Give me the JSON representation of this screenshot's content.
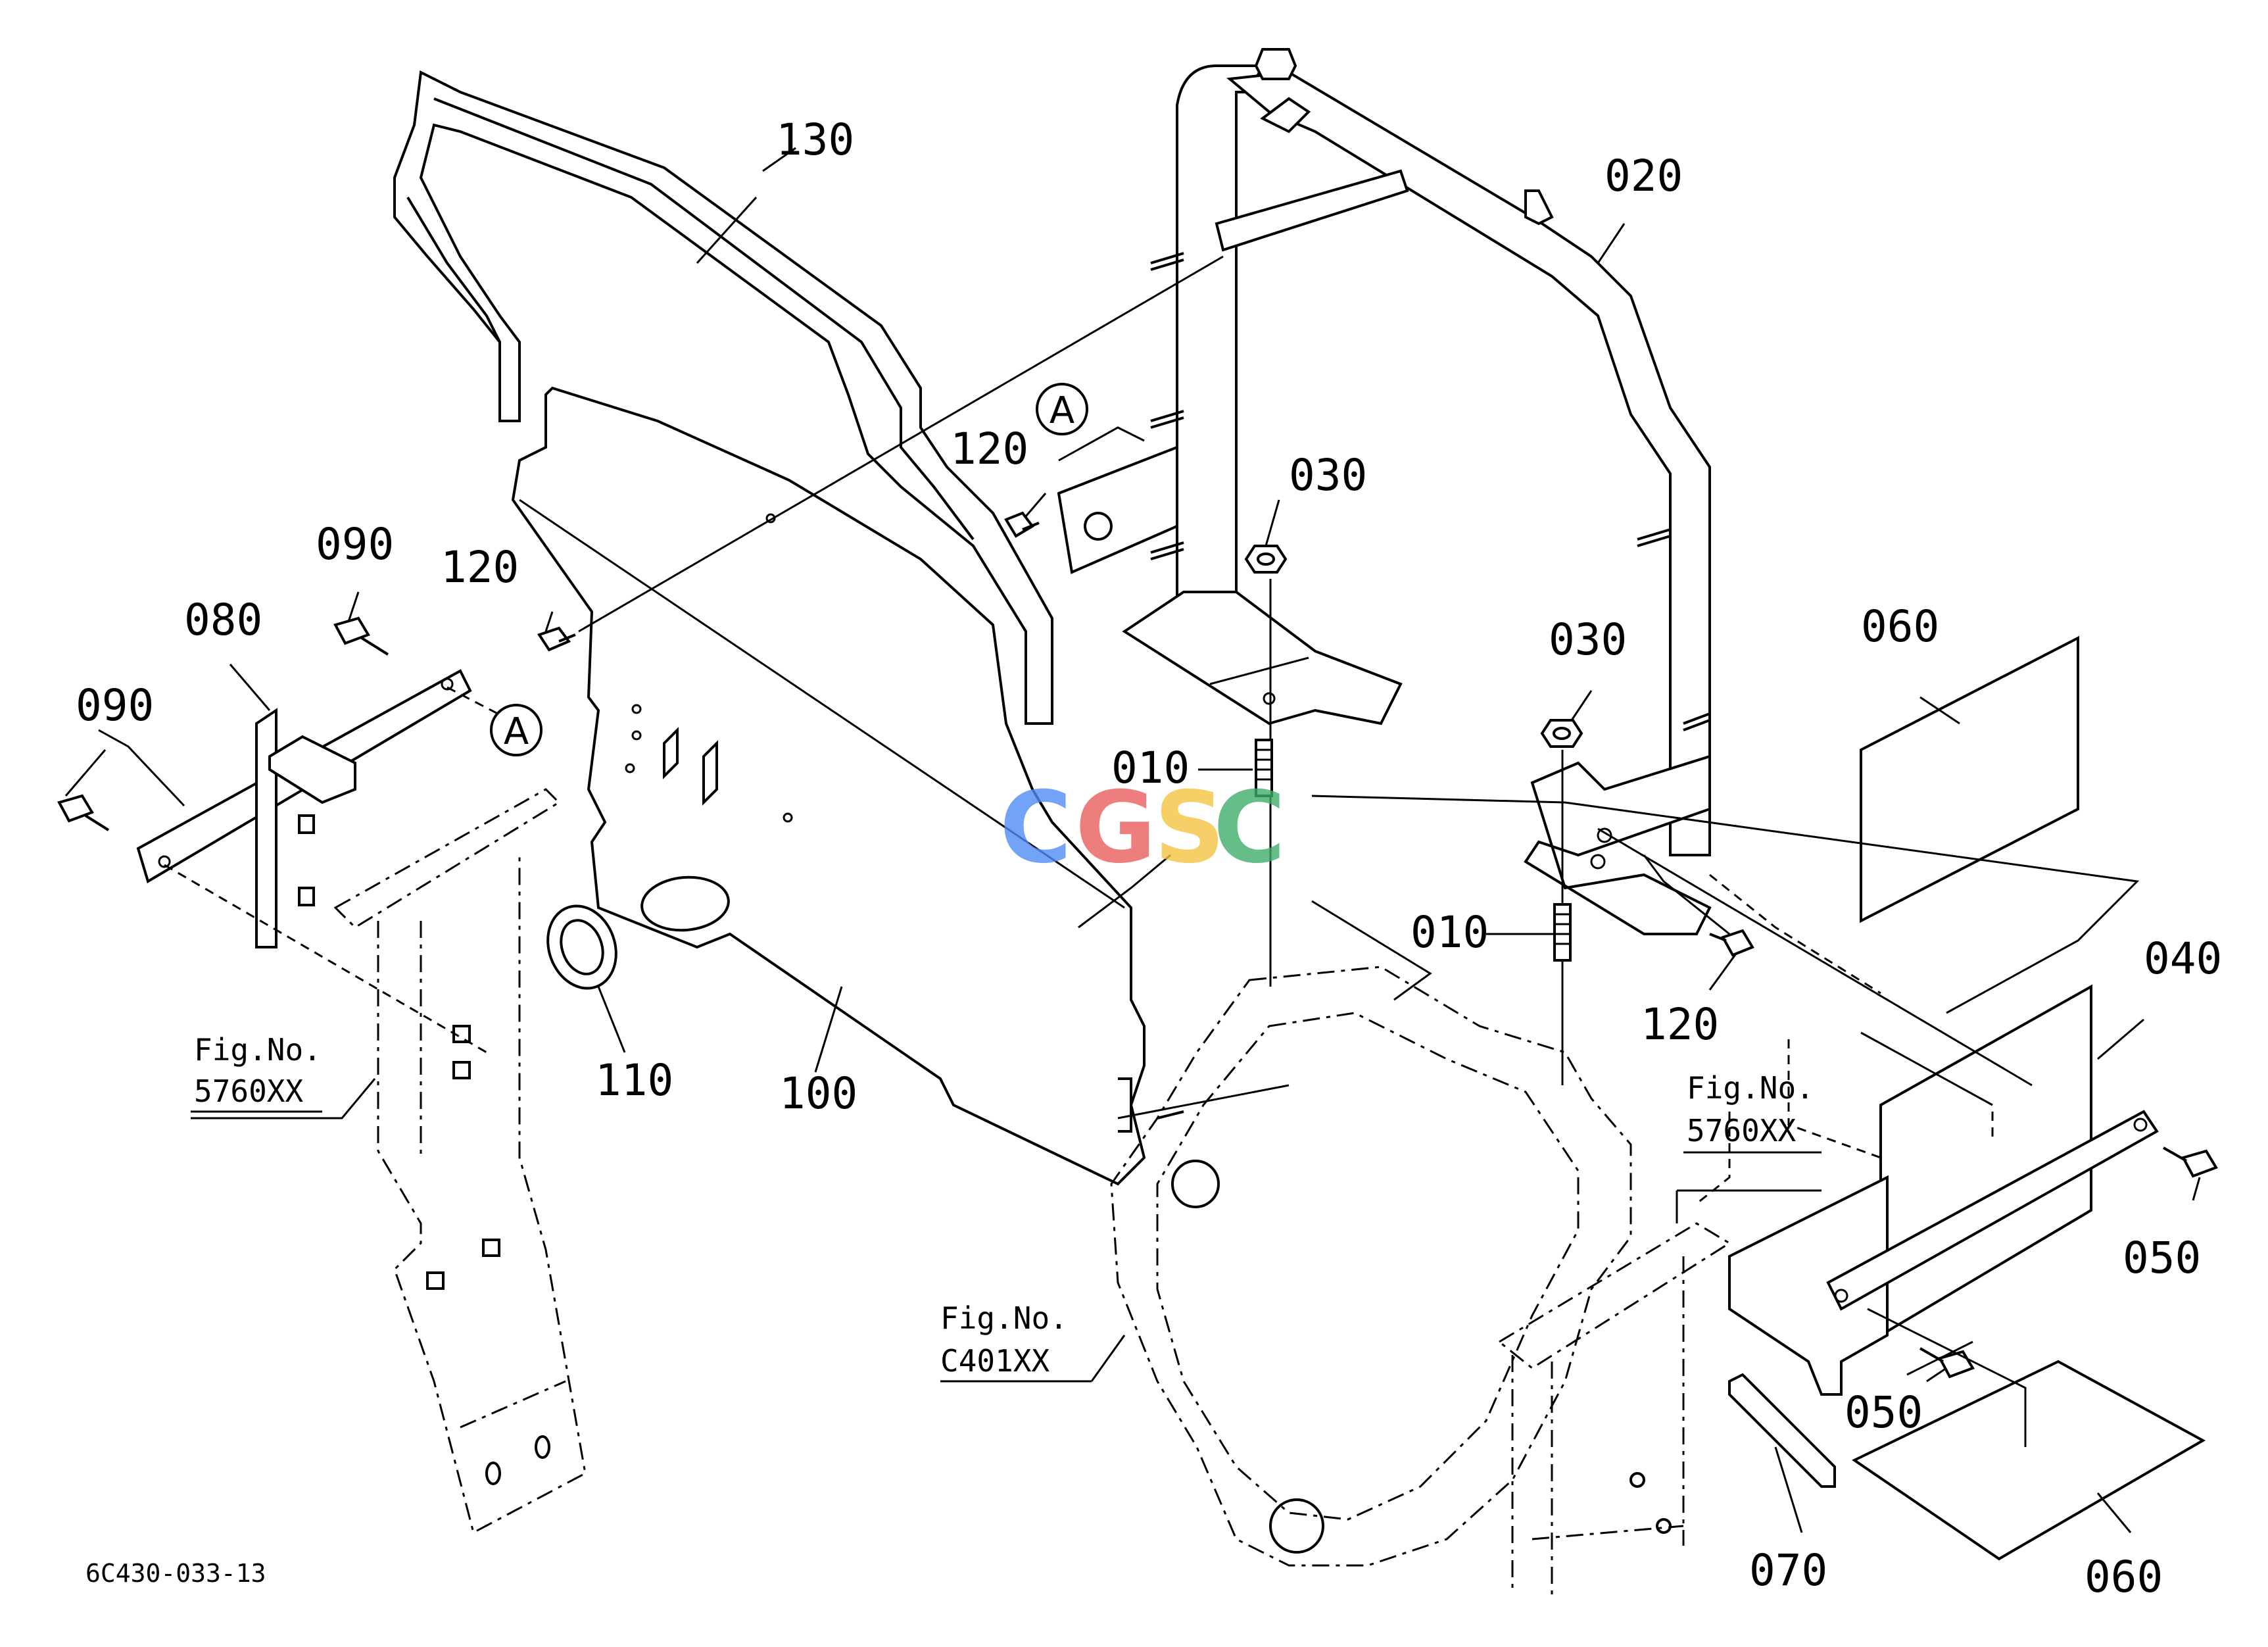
{
  "labels": {
    "p130": "130",
    "p020": "020",
    "p120_top": "120",
    "p030_top": "030",
    "p090_top": "090",
    "p120_left": "120",
    "p080": "080",
    "p090_left": "090",
    "p030_right": "030",
    "p060_top": "060",
    "p010_left": "010",
    "p010_right": "010",
    "p120_right": "120",
    "p040": "040",
    "p110": "110",
    "p100": "100",
    "p050_right": "050",
    "p050_bottom": "050",
    "p070": "070",
    "p060_bottom": "060"
  },
  "refs": {
    "left_fig": "Fig.No.",
    "left_num": "5760XX",
    "mid_fig": "Fig.No.",
    "mid_num": "C401XX",
    "right_fig": "Fig.No.",
    "right_num": "5760XX"
  },
  "callouts": {
    "a_top": "A",
    "a_left": "A"
  },
  "diagram_code": "6C430-033-13",
  "watermark": {
    "letters": [
      "C",
      "G",
      "S",
      "C"
    ],
    "colors": [
      "#4f8df5",
      "#ea5e5e",
      "#f4c542",
      "#3fae6a"
    ]
  }
}
